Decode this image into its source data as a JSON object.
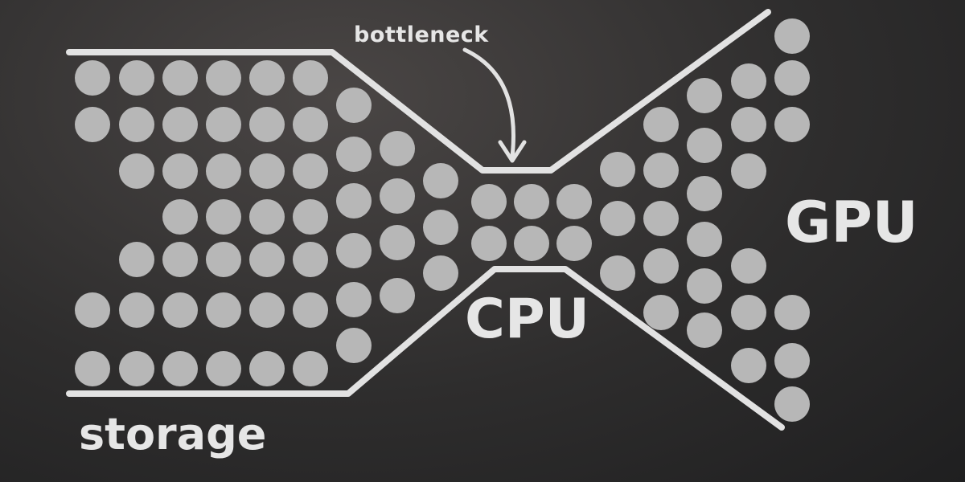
{
  "labels": {
    "bottleneck": "bottleneck",
    "cpu": "CPU",
    "gpu": "GPU",
    "storage": "storage"
  },
  "colors": {
    "dot": "#b7b7b7",
    "line": "#e2e2e2",
    "text": "#e6e6e6"
  }
}
